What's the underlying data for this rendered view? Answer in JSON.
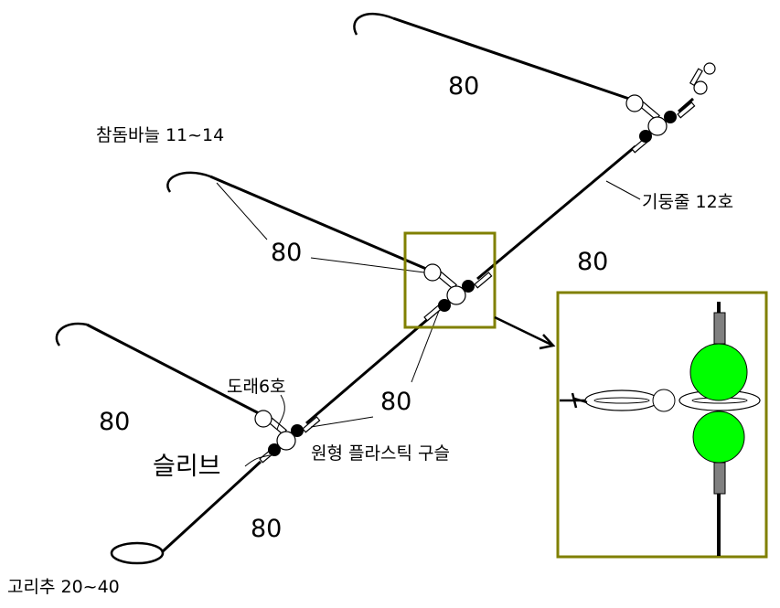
{
  "labels": {
    "hook": "참돔바늘 11~14",
    "main_line": "기둥줄 12호",
    "swivel": "도래6호",
    "sleeve": "슬리브",
    "bead": "원형 플라스틱 구슬",
    "sinker": "고리추 20~40"
  },
  "lengths": [
    "80",
    "80",
    "80",
    "80",
    "80",
    "80"
  ],
  "colors": {
    "frame": "#808000",
    "bead_inset": "#00ff00",
    "sleeve": "#808080"
  }
}
